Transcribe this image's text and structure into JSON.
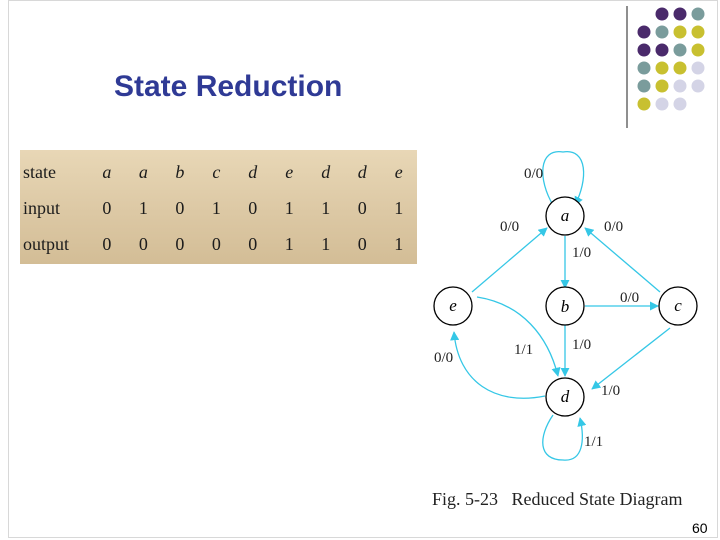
{
  "slide": {
    "title": "State Reduction",
    "page_number": "60"
  },
  "state_table": {
    "rows": [
      {
        "label": "state",
        "italic": true,
        "values": [
          "a",
          "a",
          "b",
          "c",
          "d",
          "e",
          "d",
          "d",
          "e"
        ]
      },
      {
        "label": "input",
        "italic": false,
        "values": [
          "0",
          "1",
          "0",
          "1",
          "0",
          "1",
          "1",
          "0",
          "1"
        ]
      },
      {
        "label": "output",
        "italic": false,
        "values": [
          "0",
          "0",
          "0",
          "0",
          "0",
          "1",
          "1",
          "0",
          "1"
        ]
      }
    ]
  },
  "diagram": {
    "caption": "Fig. 5-23   Reduced State Diagram",
    "arrow_color": "#35c7e6",
    "states": [
      "a",
      "b",
      "c",
      "d",
      "e"
    ],
    "transitions": [
      {
        "from": "a",
        "to": "a",
        "label": "0/0"
      },
      {
        "from": "e",
        "to": "a",
        "label": "0/0"
      },
      {
        "from": "c",
        "to": "a",
        "label": "0/0"
      },
      {
        "from": "a",
        "to": "b",
        "label": "1/0"
      },
      {
        "from": "b",
        "to": "c",
        "label": "0/0"
      },
      {
        "from": "b",
        "to": "d",
        "label": "1/0"
      },
      {
        "from": "c",
        "to": "d",
        "label": "1/0"
      },
      {
        "from": "d",
        "to": "e",
        "label": "0/0"
      },
      {
        "from": "e",
        "to": "d",
        "label": "1/1"
      },
      {
        "from": "d",
        "to": "d",
        "label": "1/1"
      }
    ]
  },
  "decoration": {
    "dot_colors": [
      "#4a2a6b",
      "#7a9c9c",
      "#c8c030",
      "#d4d4e6"
    ]
  }
}
